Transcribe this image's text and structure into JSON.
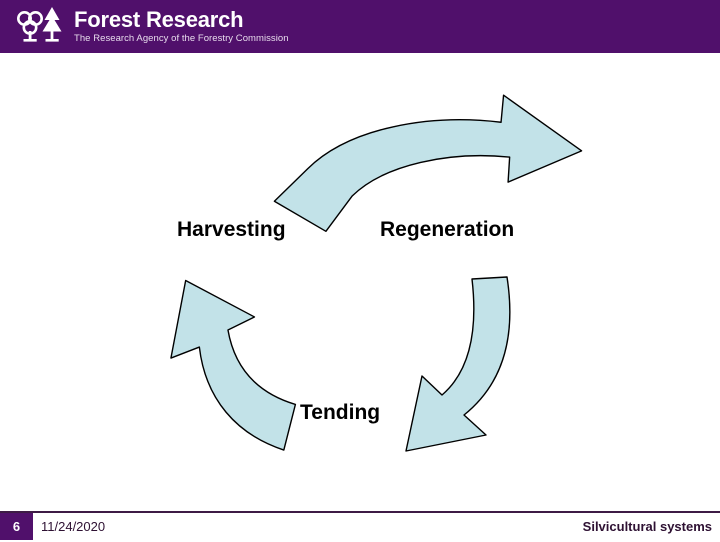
{
  "header": {
    "brand_name": "Forest Research",
    "tagline": "The Research Agency of the Forestry Commission",
    "background_color": "#50106b",
    "logo_icon": "forest-trees-logo"
  },
  "slide": {
    "diagram": {
      "type": "cycle",
      "arrow_fill_color": "#c2e2e8",
      "arrow_stroke_color": "#000000",
      "labels": [
        {
          "id": "harvesting",
          "text": "Harvesting"
        },
        {
          "id": "regeneration",
          "text": "Regeneration"
        },
        {
          "id": "tending",
          "text": "Tending"
        }
      ],
      "arrows": [
        {
          "id": "top-arrow",
          "direction": "curved-right"
        },
        {
          "id": "right-arrow",
          "direction": "curved-down-left"
        },
        {
          "id": "left-arrow",
          "direction": "curved-up-left"
        }
      ]
    }
  },
  "footer": {
    "slide_number": "6",
    "date": "11/24/2020",
    "title": "Silvicultural systems",
    "accent_color": "#50106b",
    "rule_color": "#3d1b45"
  }
}
